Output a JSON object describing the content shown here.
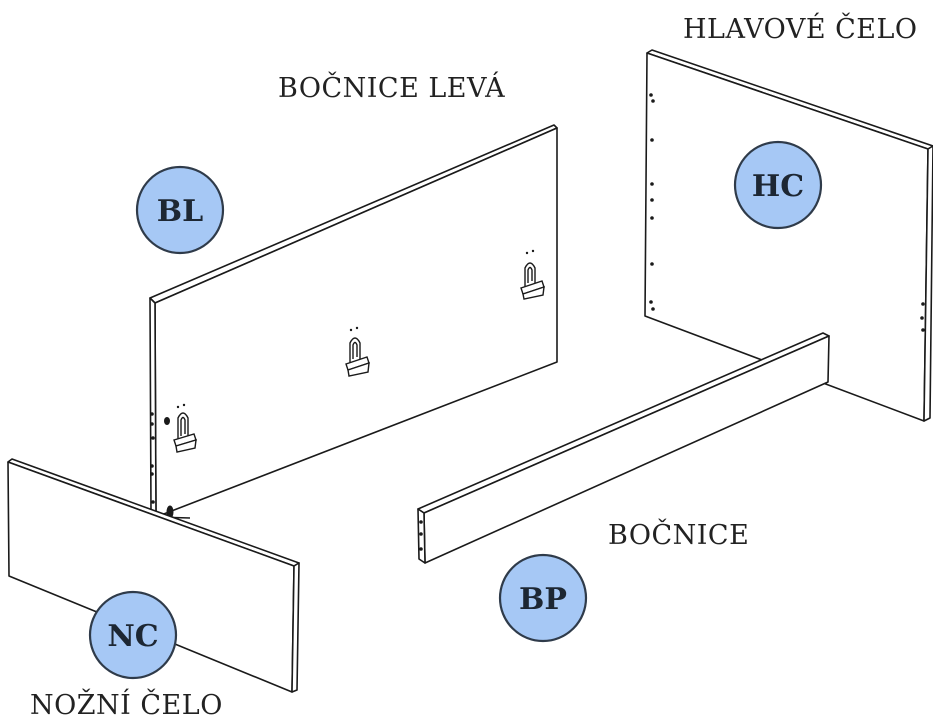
{
  "labels": {
    "hc": "HLAVOVÉ ČELO",
    "bl": "BOČNICE LEVÁ",
    "bp": "BOČNICE",
    "nc": "NOŽNÍ ČELO"
  },
  "badges": {
    "bl": "BL",
    "hc": "HC",
    "bp": "BP",
    "nc": "NC"
  },
  "colors": {
    "badge_fill": "#a6c8f5",
    "badge_stroke": "#2f3b4a",
    "line": "#1a1a1a",
    "panel_fill": "#ffffff"
  }
}
